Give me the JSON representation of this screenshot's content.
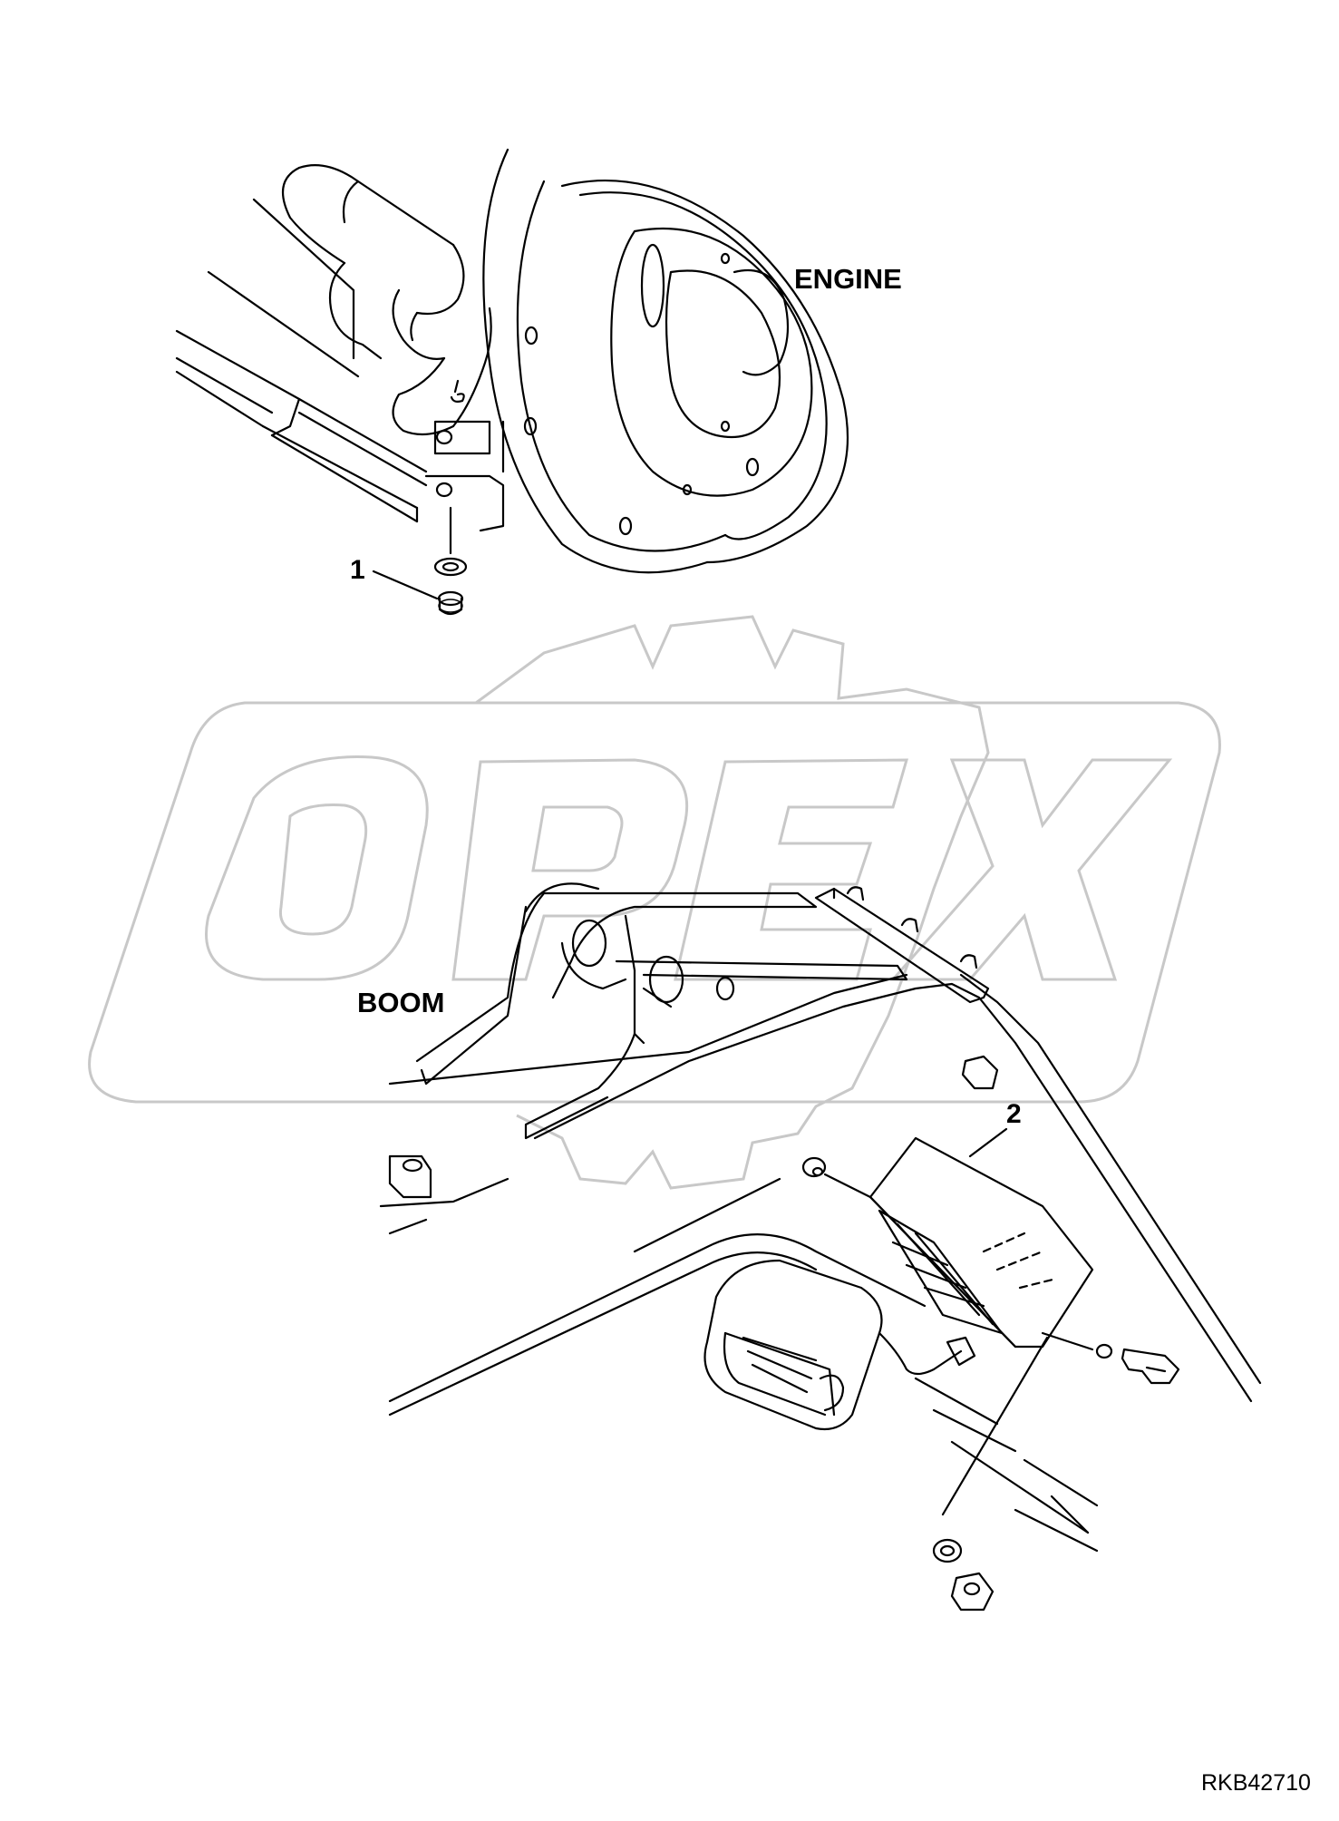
{
  "labels": {
    "engine": "ENGINE",
    "boom": "BOOM",
    "callout_1": "1",
    "callout_2": "2",
    "drawing_code": "RKB42710"
  },
  "watermark": {
    "text": "OPEX",
    "color": "#c8c8c8"
  },
  "colors": {
    "line": "#000000",
    "background": "#ffffff"
  }
}
